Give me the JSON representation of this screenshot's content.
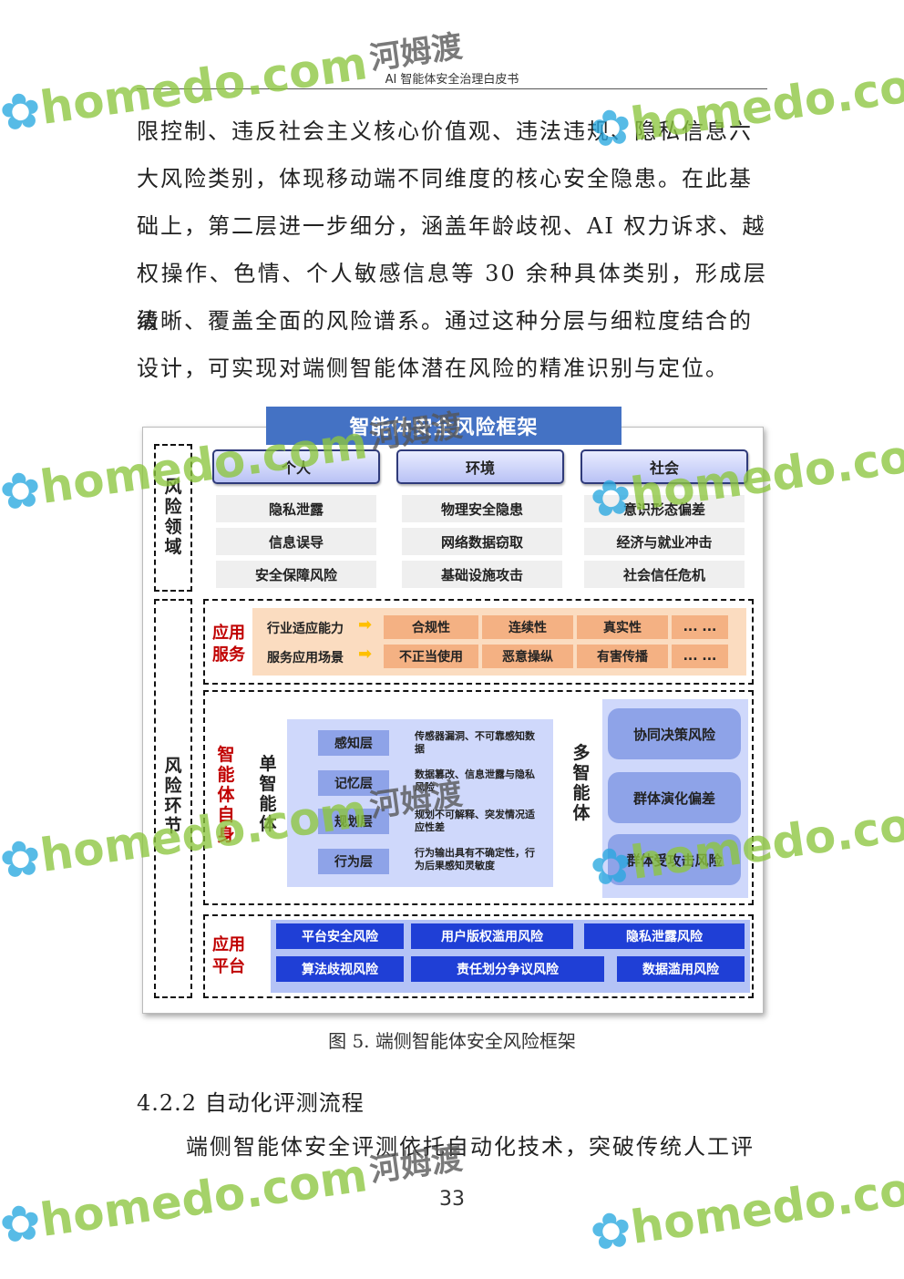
{
  "header": {
    "title": "AI 智能体安全治理白皮书"
  },
  "paragraph": [
    "限控制、违反社会主义核心价值观、违法违规、隐私信息六",
    "大风险类别，体现移动端不同维度的核心安全隐患。在此基",
    "础上，第二层进一步细分，涵盖年龄歧视、AI 权力诉求、越",
    "权操作、色情、个人敏感信息等 30 余种具体类别，形成层级",
    "清晰、覆盖全面的风险谱系。通过这种分层与细粒度结合的",
    "设计，可实现对端侧智能体潜在风险的精准识别与定位。"
  ],
  "figure": {
    "title": "智能体安全风险框架",
    "risk_domain_label": "风险领域",
    "risk_link_label": "风险环节",
    "domains": [
      {
        "head": "个人",
        "items": [
          "隐私泄露",
          "信息误导",
          "安全保障风险"
        ]
      },
      {
        "head": "环境",
        "items": [
          "物理安全隐患",
          "网络数据窃取",
          "基础设施攻击"
        ]
      },
      {
        "head": "社会",
        "items": [
          "意识形态偏差",
          "经济与就业冲击",
          "社会信任危机"
        ]
      }
    ],
    "app_service": {
      "label": "应用服务",
      "rows": [
        {
          "label": "行业适应能力",
          "items": [
            "合规性",
            "连续性",
            "真实性",
            "... ..."
          ]
        },
        {
          "label": "服务应用场景",
          "items": [
            "不正当使用",
            "恶意操纵",
            "有害传播",
            "... ..."
          ]
        }
      ]
    },
    "agent_self": {
      "label": "智能体自身",
      "single_label": "单智能体",
      "layers": [
        {
          "name": "感知层",
          "desc": "传感器漏洞、不可靠感知数据"
        },
        {
          "name": "记忆层",
          "desc": "数据篡改、信息泄露与隐私风险"
        },
        {
          "name": "规划层",
          "desc": "规划不可解释、突发情况适应性差"
        },
        {
          "name": "行为层",
          "desc": "行为输出具有不确定性，行为后果感知灵敏度"
        }
      ],
      "multi_label": "多智能体",
      "multi_items": [
        "协同决策风险",
        "群体演化偏差",
        "群体受攻击风险"
      ]
    },
    "app_platform": {
      "label": "应用平台",
      "row1": [
        "平台安全风险",
        "用户版权滥用风险",
        "隐私泄露风险"
      ],
      "row2": [
        "算法歧视风险",
        "责任划分争议风险",
        "数据滥用风险"
      ]
    }
  },
  "caption": "图 5. 端侧智能体安全风险框架",
  "section_heading": "4.2.2 自动化评测流程",
  "continuation": "端侧智能体安全评测依托自动化技术，突破传统人工评",
  "page_number": "33",
  "watermark": {
    "en": "homedo.com",
    "cn": "河姆渡"
  },
  "colors": {
    "title_bar": "#4472c4",
    "platform_box": "#1f3fd6",
    "red_label": "#c00000",
    "layer_box": "#8ea3e8",
    "orange_box": "#f4b183"
  }
}
